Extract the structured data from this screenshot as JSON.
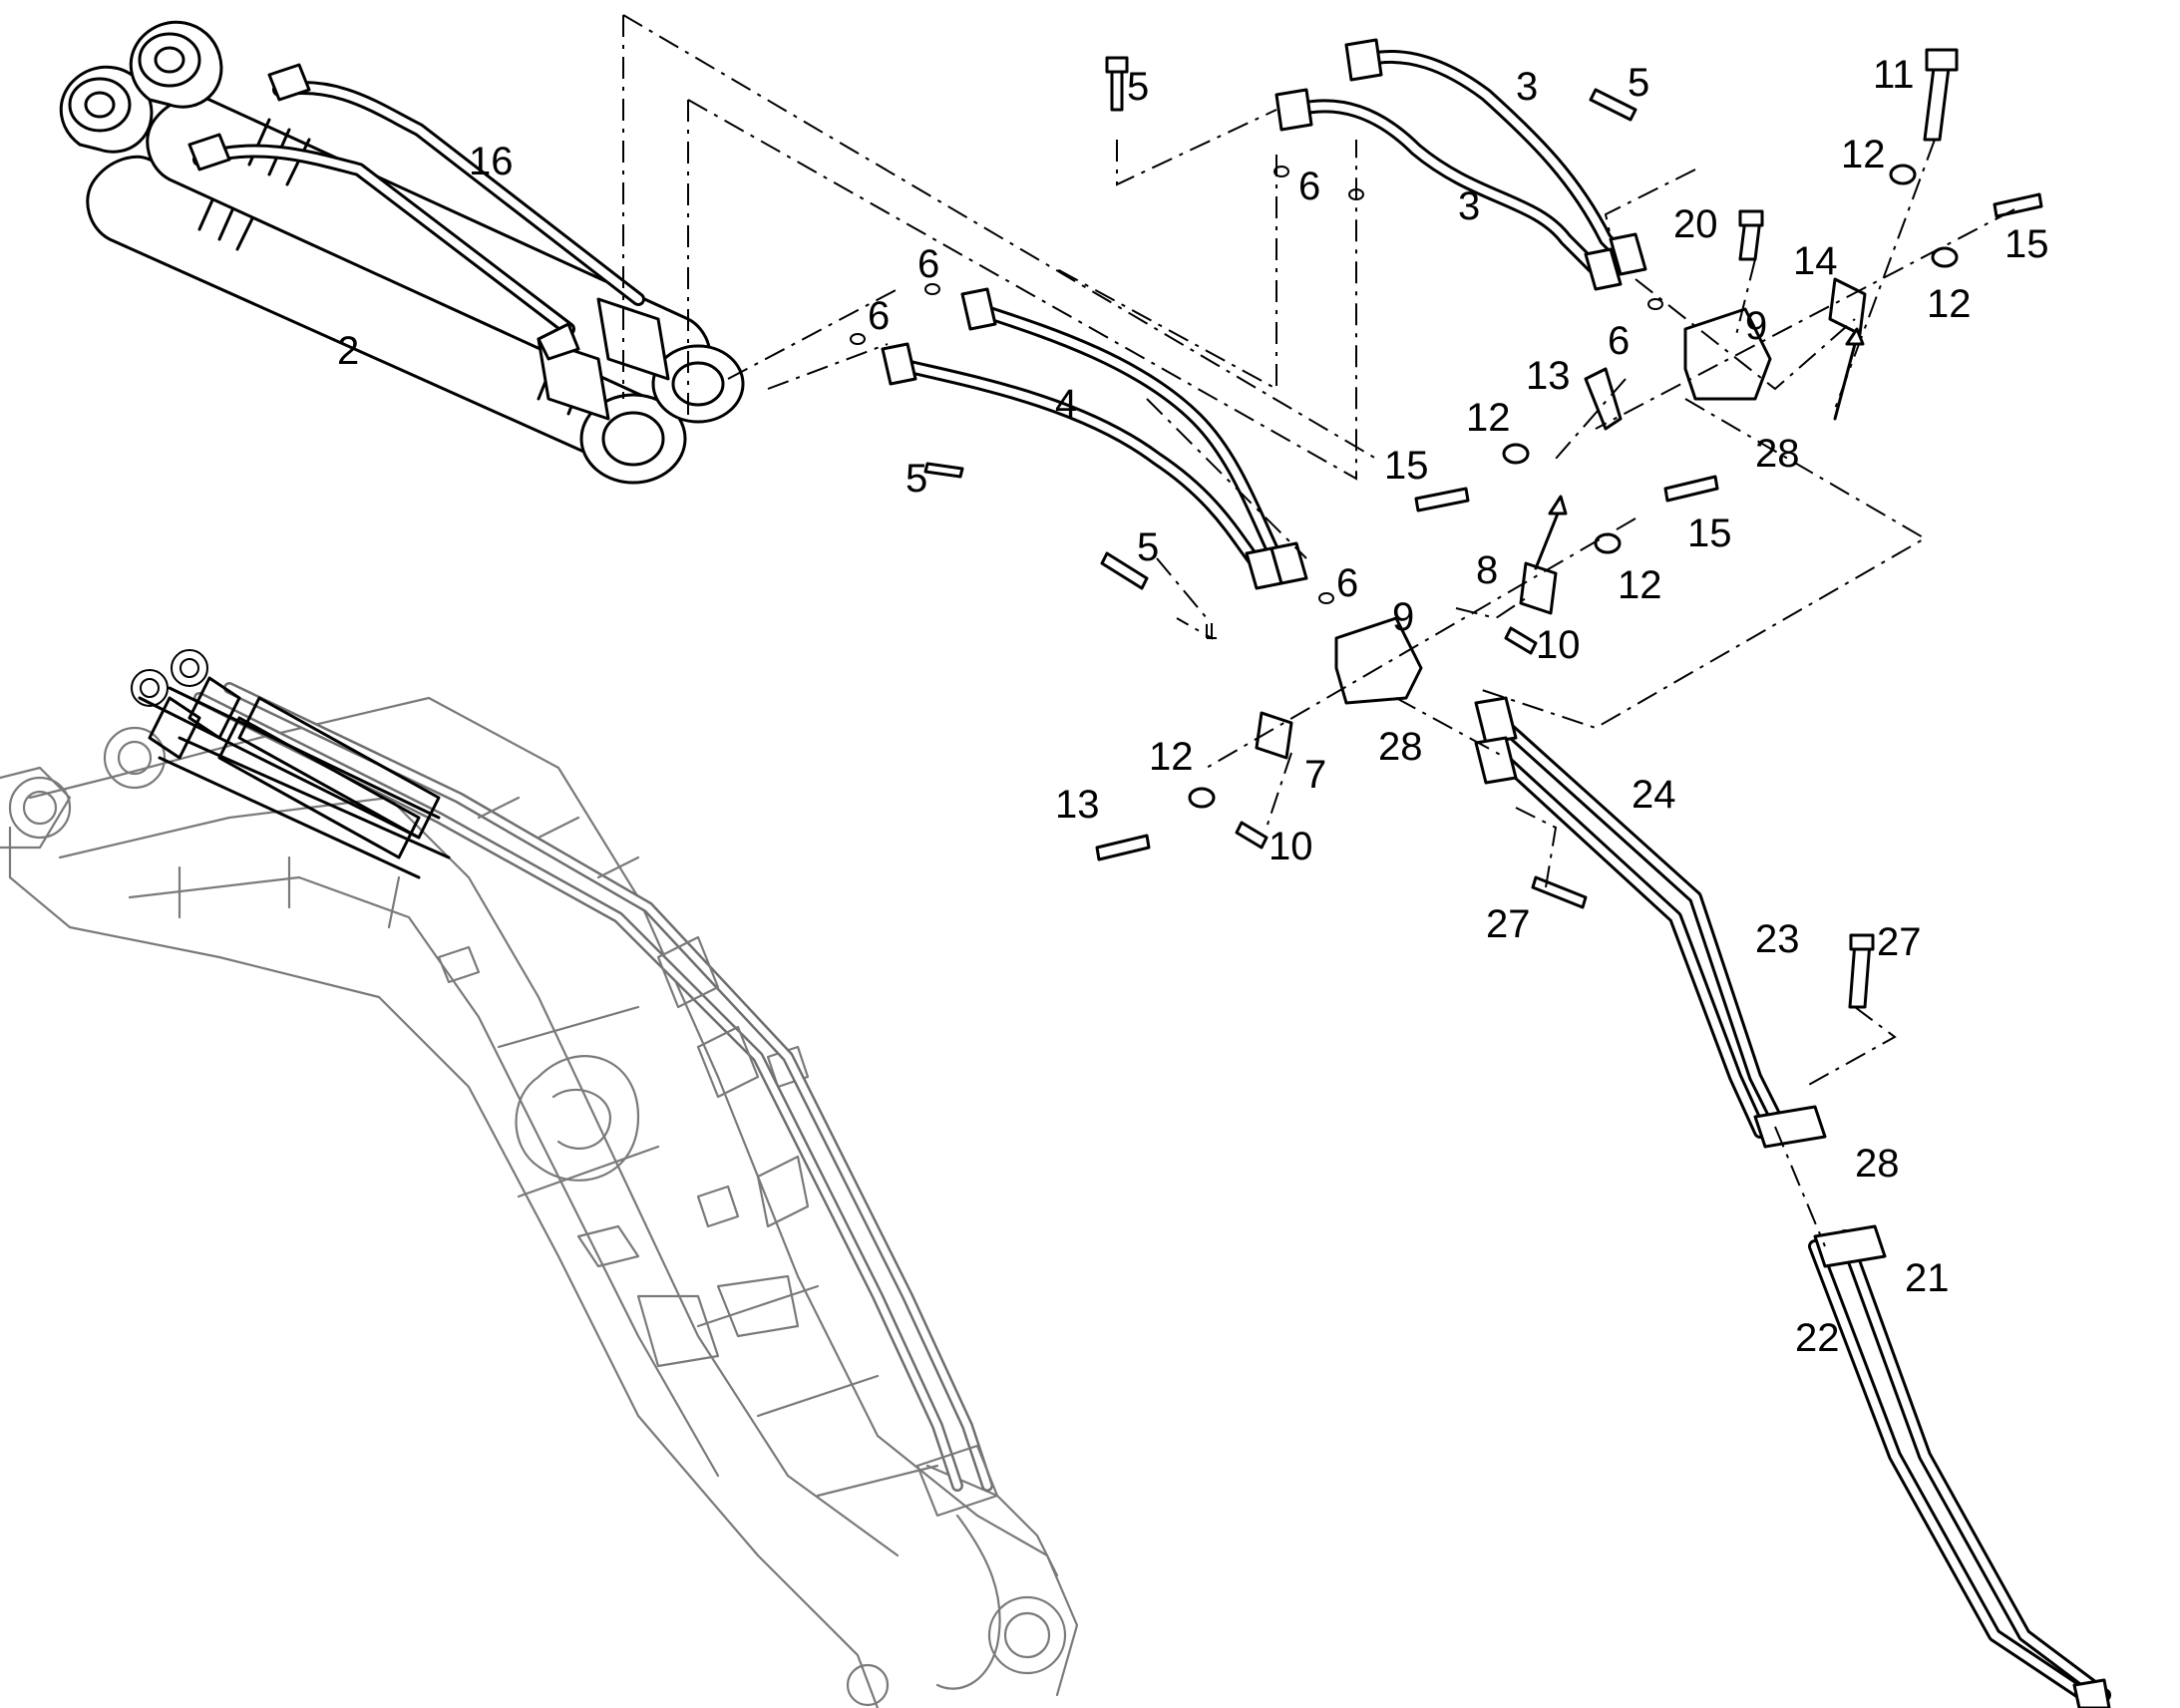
{
  "labels": {
    "p2": "2",
    "p3a": "3",
    "p3b": "3",
    "p4": "4",
    "p5a": "5",
    "p5b": "5",
    "p5c": "5",
    "p5d": "5",
    "p6a": "6",
    "p6b": "6",
    "p6c": "6",
    "p6d": "6",
    "p6e": "6",
    "p7": "7",
    "p8": "8",
    "p9a": "9",
    "p9b": "9",
    "p10a": "10",
    "p10b": "10",
    "p11": "11",
    "p12a": "12",
    "p12b": "12",
    "p12c": "12",
    "p12d": "12",
    "p12e": "12",
    "p13a": "13",
    "p13b": "13",
    "p14": "14",
    "p15a": "15",
    "p15b": "15",
    "p15c": "15",
    "p16": "16",
    "p20": "20",
    "p21": "21",
    "p22": "22",
    "p23": "23",
    "p24": "24",
    "p27a": "27",
    "p27b": "27",
    "p28a": "28",
    "p28b": "28",
    "p28c": "28"
  }
}
